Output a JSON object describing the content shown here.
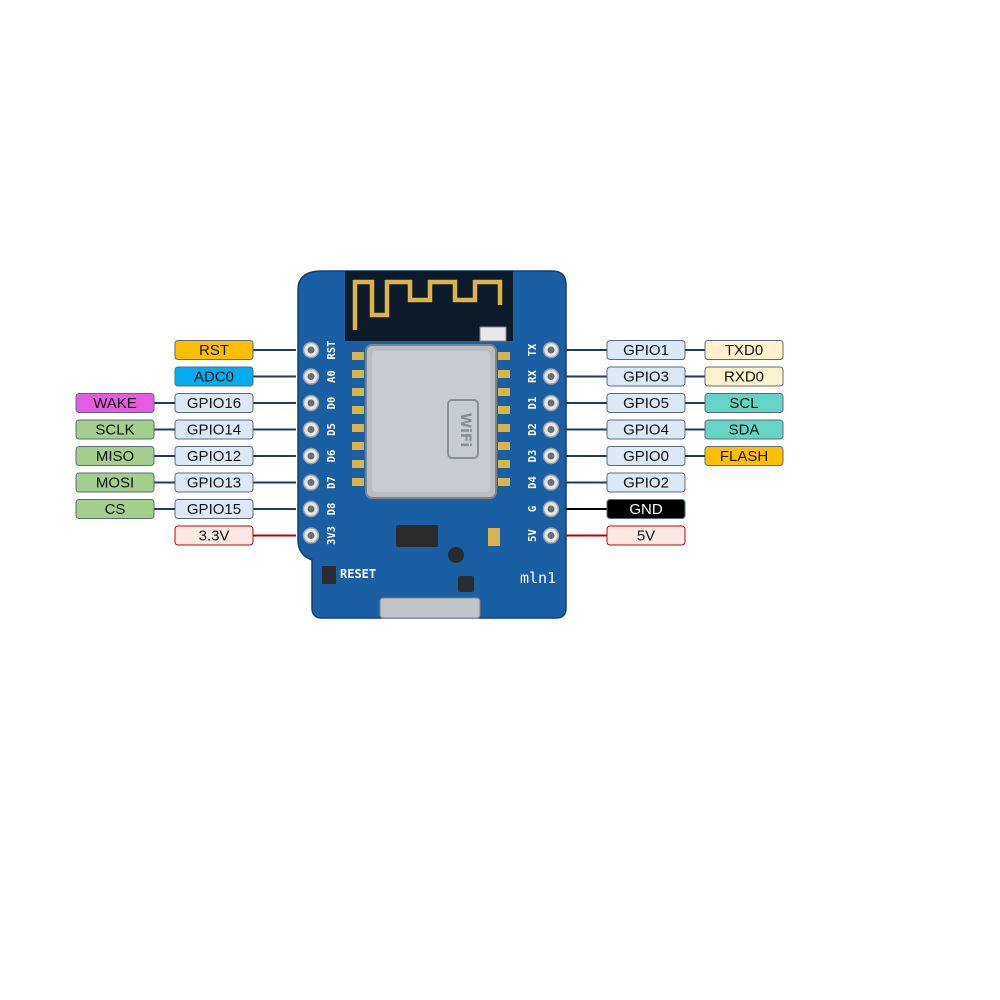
{
  "board": {
    "reset_label": "RESET",
    "brand_label": "mln1",
    "chip_marking": "WiFi",
    "left_silk": [
      "RST",
      "A0",
      "D0",
      "D5",
      "D6",
      "D7",
      "D8",
      "3V3"
    ],
    "right_silk": [
      "TX",
      "RX",
      "D1",
      "D2",
      "D3",
      "D4",
      "G",
      "5V"
    ]
  },
  "colors": {
    "pcb": "#1a5fa3",
    "gpio_fill": "#dce8f5",
    "orange": "#ffbf00",
    "blue": "#00aeef",
    "magenta": "#e65ce0",
    "green": "#a4cf8e",
    "cream": "#fff2cc",
    "teal": "#66d4c4",
    "gnd_fill": "#000000",
    "power_fill": "#fde9e4",
    "power_line": "#c00000"
  },
  "left_pins": [
    {
      "labels": [
        {
          "text": "RST",
          "color": "#ffbf00"
        }
      ],
      "line": "#1f3d5c"
    },
    {
      "labels": [
        {
          "text": "ADC0",
          "color": "#00aeef"
        }
      ],
      "line": "#1f3d5c"
    },
    {
      "labels": [
        {
          "text": "GPIO16",
          "color": "#dce8f5"
        },
        {
          "text": "WAKE",
          "color": "#e65ce0"
        }
      ],
      "line": "#1f3d5c"
    },
    {
      "labels": [
        {
          "text": "GPIO14",
          "color": "#dce8f5"
        },
        {
          "text": "SCLK",
          "color": "#a4cf8e"
        }
      ],
      "line": "#1f3d5c"
    },
    {
      "labels": [
        {
          "text": "GPIO12",
          "color": "#dce8f5"
        },
        {
          "text": "MISO",
          "color": "#a4cf8e"
        }
      ],
      "line": "#1f3d5c"
    },
    {
      "labels": [
        {
          "text": "GPIO13",
          "color": "#dce8f5"
        },
        {
          "text": "MOSI",
          "color": "#a4cf8e"
        }
      ],
      "line": "#1f3d5c"
    },
    {
      "labels": [
        {
          "text": "GPIO15",
          "color": "#dce8f5"
        },
        {
          "text": "CS",
          "color": "#a4cf8e"
        }
      ],
      "line": "#1f3d5c"
    },
    {
      "labels": [
        {
          "text": "3.3V",
          "color": "#fde9e4",
          "border": "#c00000"
        }
      ],
      "line": "#c00000"
    }
  ],
  "right_pins": [
    {
      "labels": [
        {
          "text": "GPIO1",
          "color": "#dce8f5"
        },
        {
          "text": "TXD0",
          "color": "#fff2cc"
        }
      ],
      "line": "#1f3d5c"
    },
    {
      "labels": [
        {
          "text": "GPIO3",
          "color": "#dce8f5"
        },
        {
          "text": "RXD0",
          "color": "#fff2cc"
        }
      ],
      "line": "#1f3d5c"
    },
    {
      "labels": [
        {
          "text": "GPIO5",
          "color": "#dce8f5"
        },
        {
          "text": "SCL",
          "color": "#66d4c4"
        }
      ],
      "line": "#1f3d5c"
    },
    {
      "labels": [
        {
          "text": "GPIO4",
          "color": "#dce8f5"
        },
        {
          "text": "SDA",
          "color": "#66d4c4"
        }
      ],
      "line": "#1f3d5c"
    },
    {
      "labels": [
        {
          "text": "GPIO0",
          "color": "#dce8f5"
        },
        {
          "text": "FLASH",
          "color": "#ffbf00"
        }
      ],
      "line": "#1f3d5c"
    },
    {
      "labels": [
        {
          "text": "GPIO2",
          "color": "#dce8f5"
        }
      ],
      "line": "#1f3d5c"
    },
    {
      "labels": [
        {
          "text": "GND",
          "color": "#000000",
          "textColor": "#ffffff"
        }
      ],
      "line": "#000000"
    },
    {
      "labels": [
        {
          "text": "5V",
          "color": "#fde9e4",
          "border": "#c00000"
        }
      ],
      "line": "#c00000"
    }
  ]
}
